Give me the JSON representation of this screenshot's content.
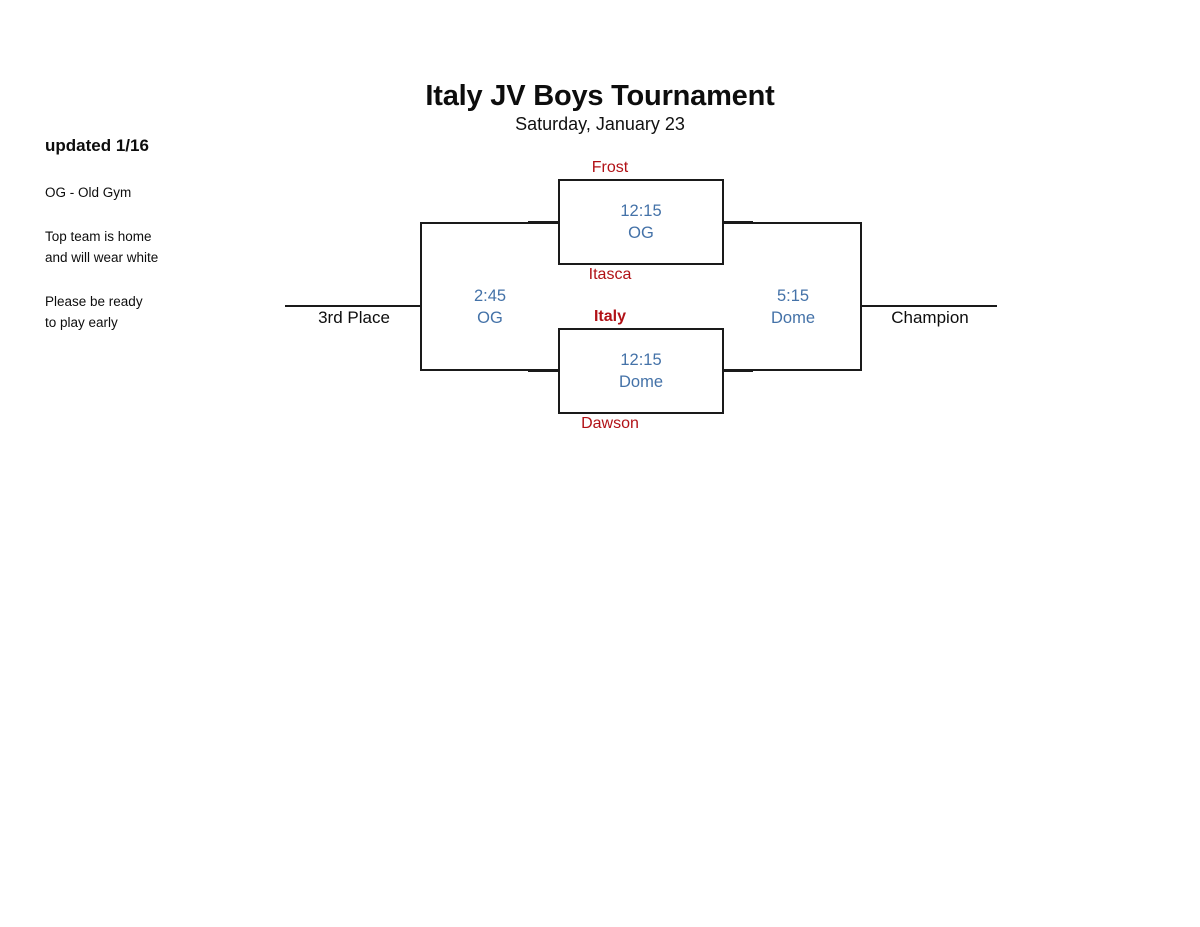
{
  "header": {
    "title": "Italy JV Boys Tournament",
    "subtitle": "Saturday, January 23"
  },
  "notes": {
    "updated": "updated 1/16",
    "gym_key": "OG - Old Gym",
    "home_rule_line1": "Top team is home",
    "home_rule_line2": "and will wear white",
    "ready_line1": "Please be ready",
    "ready_line2": "to play early"
  },
  "bracket": {
    "semifinal_top": {
      "top_team": "Frost",
      "bottom_team": "Itasca",
      "time": "12:15",
      "venue": "OG"
    },
    "semifinal_bottom": {
      "top_team": "Italy",
      "bottom_team": "Dawson",
      "time": "12:15",
      "venue": "Dome"
    },
    "third_place": {
      "time": "2:45",
      "venue": "OG",
      "label": "3rd Place"
    },
    "championship": {
      "time": "5:15",
      "venue": "Dome",
      "label": "Champion"
    }
  },
  "colors": {
    "team_red": "#b11116",
    "info_blue": "#4472a8",
    "line_black": "#1a1a1a"
  }
}
